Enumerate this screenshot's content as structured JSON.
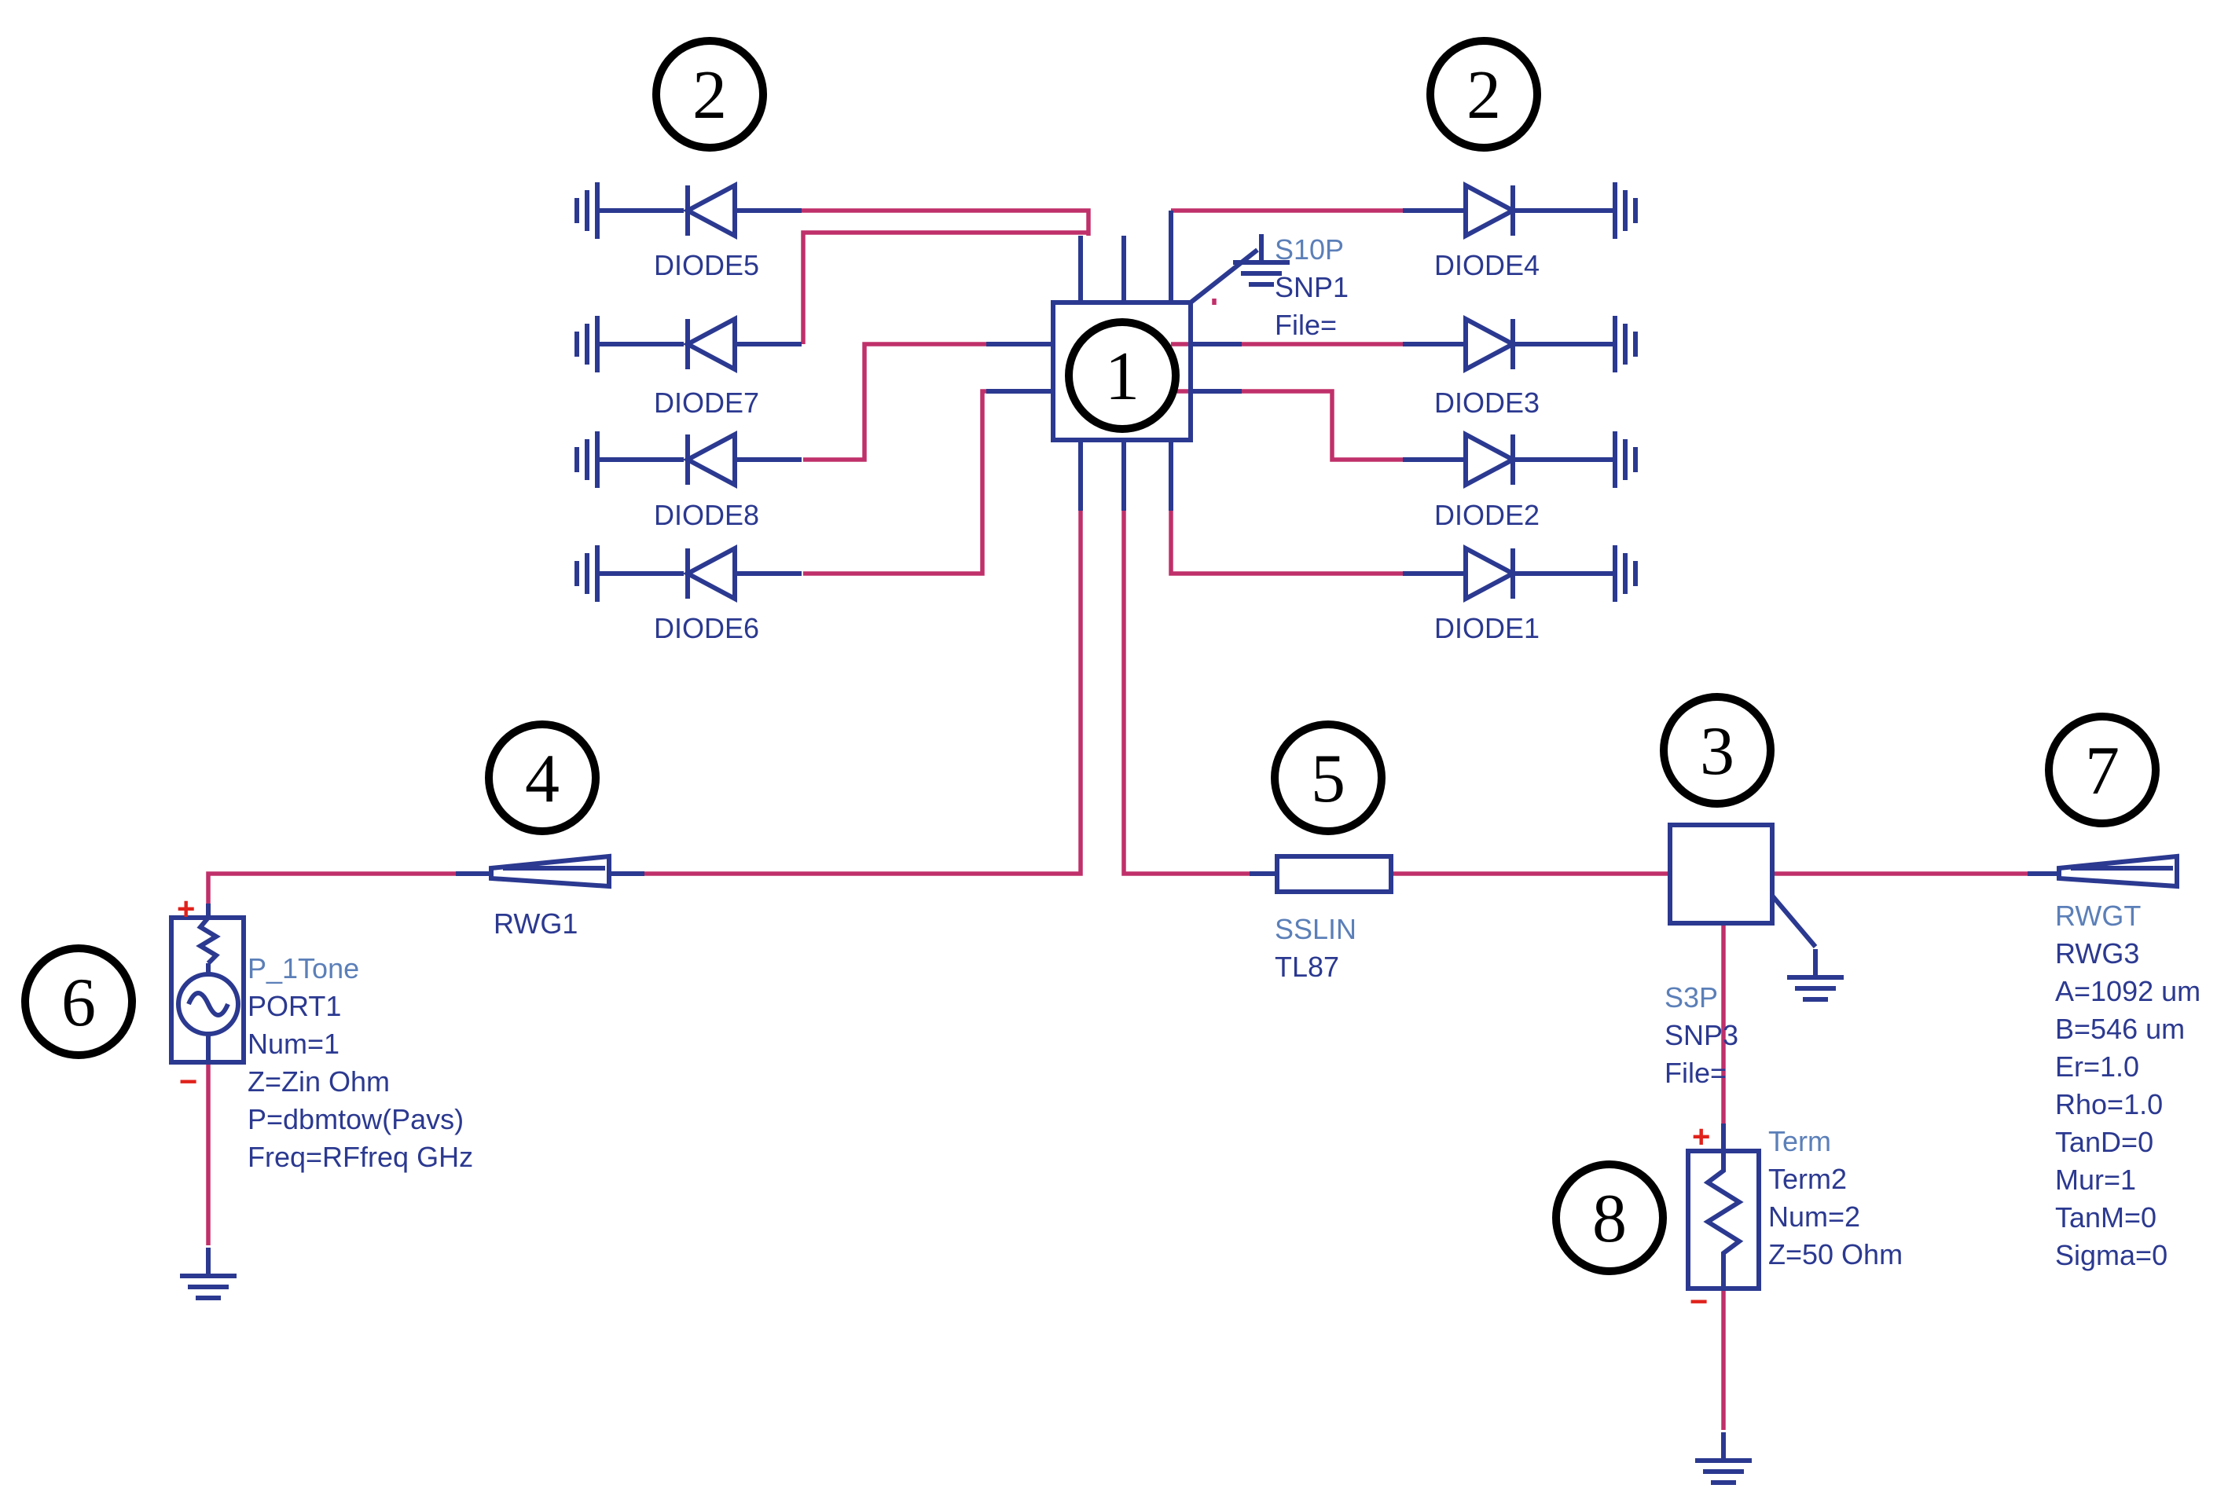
{
  "callouts": [
    "1",
    "2",
    "2",
    "3",
    "4",
    "5",
    "6",
    "7",
    "8"
  ],
  "diodes": [
    "DIODE5",
    "DIODE7",
    "DIODE8",
    "DIODE6",
    "DIODE4",
    "DIODE3",
    "DIODE2",
    "DIODE1"
  ],
  "snp1": {
    "type": "S10P",
    "name": "SNP1",
    "file": "File="
  },
  "snp3": {
    "type": "S3P",
    "name": "SNP3",
    "file": "File="
  },
  "rwg1": {
    "name": "RWG1"
  },
  "sslin": {
    "type": "SSLIN",
    "name": "TL87"
  },
  "port": {
    "type": "P_1Tone",
    "name": "PORT1",
    "num": "Num=1",
    "z": "Z=Zin Ohm",
    "p": "P=dbmtow(Pavs)",
    "freq": "Freq=RFfreq GHz"
  },
  "term": {
    "type": "Term",
    "name": "Term2",
    "num": "Num=2",
    "z": "Z=50 Ohm"
  },
  "rwgt": {
    "type": "RWGT",
    "name": "RWG3",
    "params": [
      "A=1092 um",
      "B=546 um",
      "Er=1.0",
      "Rho=1.0",
      "TanD=0",
      "Mur=1",
      "TanM=0",
      "Sigma=0"
    ]
  },
  "polarity": {
    "plus": "+",
    "minus": "−"
  },
  "colors": {
    "wire": "#c0306a",
    "component": "#2b3990",
    "label": "#2b3990",
    "type_label": "#5b7fb8",
    "polarity": "#e0221c"
  }
}
